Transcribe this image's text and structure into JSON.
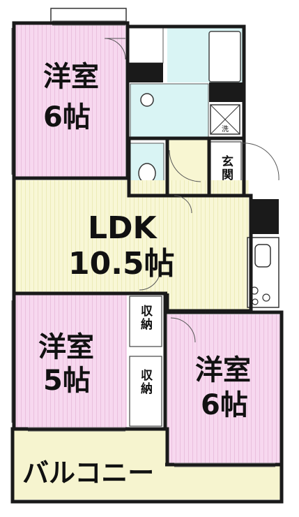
{
  "rooms": {
    "bedroom_nw": {
      "name": "洋室",
      "size": "6帖"
    },
    "ldk": {
      "name": "LDK",
      "size": "10.5帖"
    },
    "bedroom_sw": {
      "name": "洋室",
      "size": "5帖"
    },
    "bedroom_se": {
      "name": "洋室",
      "size": "6帖"
    },
    "storage_upper": {
      "name": "収納"
    },
    "storage_lower": {
      "name": "収納"
    },
    "entrance": {
      "name": "玄関"
    },
    "balcony": {
      "name": "バルコニー"
    }
  },
  "fixtures": {
    "washer_pan_mark": "洗"
  },
  "colors": {
    "bedroom": "#f6d6ee",
    "ldk": "#f8f6d2",
    "wet_area": "#d9f4f4",
    "balcony": "#f6f4cf",
    "entrance": "#f8f6d2",
    "wall": "#1a1a1a"
  }
}
